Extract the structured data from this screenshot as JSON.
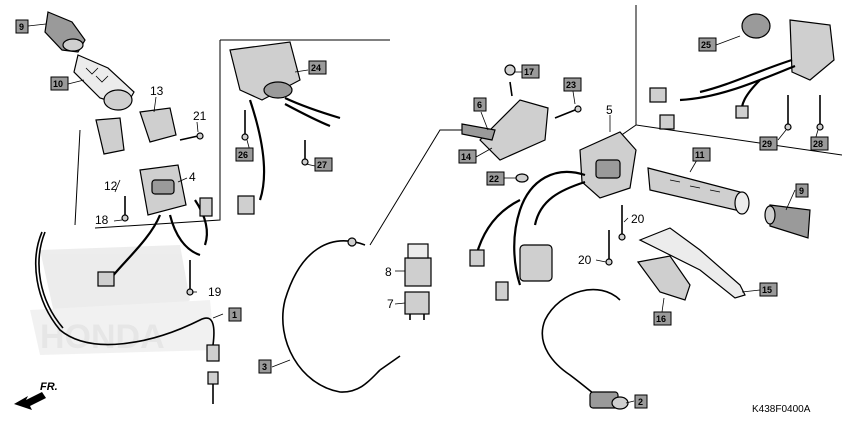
{
  "diagram": {
    "drawing_code": "K438F0400A",
    "direction_label": "FR.",
    "watermark": "HONDA",
    "boxed_labels": [
      "9",
      "10",
      "24",
      "26",
      "27",
      "17",
      "23",
      "6",
      "14",
      "22",
      "25",
      "29",
      "28",
      "11",
      "9",
      "1",
      "3",
      "2",
      "15",
      "16"
    ],
    "plain_labels": [
      "13",
      "21",
      "4",
      "12",
      "18",
      "19",
      "8",
      "7",
      "5",
      "20",
      "20"
    ],
    "colors": {
      "part_fill": "#cfcfcf",
      "part_dark": "#9a9a9a",
      "label_box": "#9a9a9a",
      "line": "#000000"
    }
  }
}
